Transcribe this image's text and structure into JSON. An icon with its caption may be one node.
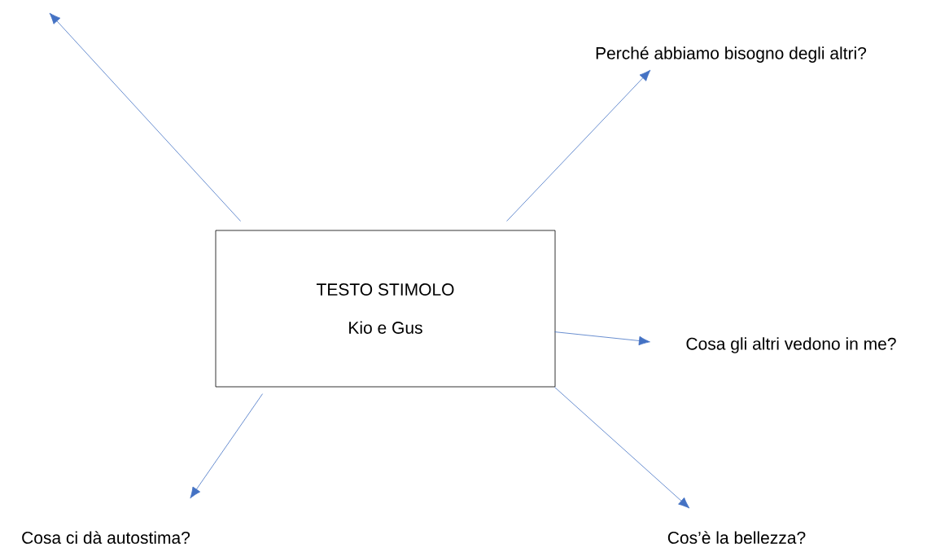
{
  "diagram": {
    "nodes": [
      {
        "text": [
          "TESTO STIMOLO",
          "Kio e Gus"
        ]
      },
      {
        "text": [
          "Perché abbiamo bisogno degli altri?"
        ]
      },
      {
        "text": [
          "Cosa gli altri vedono in me?"
        ]
      },
      {
        "text": [
          "Cosa ci dà autostima?"
        ]
      },
      {
        "text": [
          "Cos’è la bellezza?"
        ]
      }
    ],
    "edges": [
      {
        "from": 0,
        "to": null,
        "arrow": "to"
      },
      {
        "from": 0,
        "to": 1,
        "arrow": "to"
      },
      {
        "from": 0,
        "to": 2,
        "arrow": "to"
      },
      {
        "from": 0,
        "to": 3,
        "arrow": "to"
      },
      {
        "from": 0,
        "to": 4,
        "arrow": "to"
      }
    ]
  }
}
